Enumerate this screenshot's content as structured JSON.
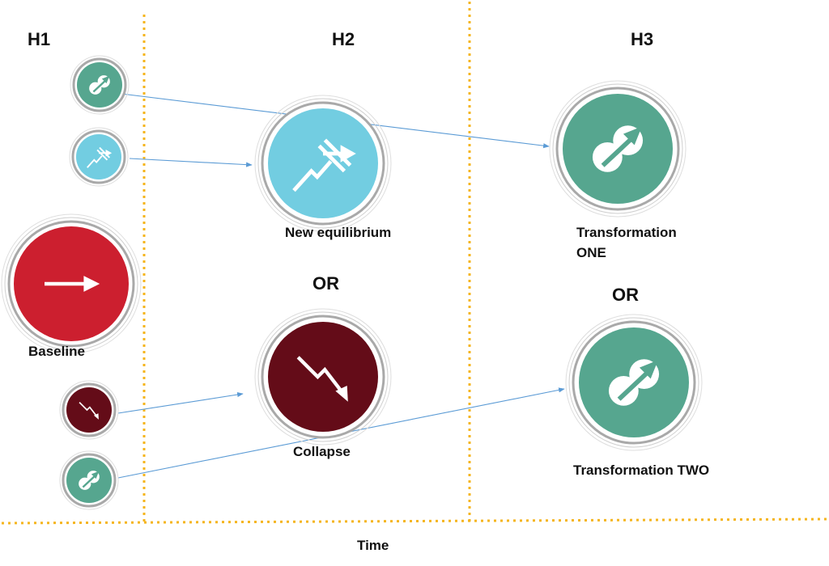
{
  "horizons": {
    "h1": "H1",
    "h2": "H2",
    "h3": "H3"
  },
  "axis": {
    "time_label": "Time"
  },
  "separators": {
    "or_h2": "OR",
    "or_h3": "OR"
  },
  "nodes": {
    "baseline": {
      "label": "Baseline",
      "color": "#CC1F2F",
      "icon": "arrow-right-icon"
    },
    "new_equilibrium": {
      "label": "New equilibrium",
      "color": "#72CDE1",
      "icon": "zigzag-arrow-icon"
    },
    "collapse": {
      "label": "Collapse",
      "color": "#640C18",
      "icon": "decline-arrow-icon"
    },
    "transformation_one": {
      "label_line1": "Transformation",
      "label_line2": "ONE",
      "color": "#56A68F",
      "icon": "transformation-icon"
    },
    "transformation_two": {
      "label": "Transformation TWO",
      "color": "#56A68F",
      "icon": "transformation-icon"
    },
    "small_transformation_top": {
      "color": "#56A68F",
      "icon": "transformation-icon"
    },
    "small_equilibrium": {
      "color": "#72CDE1",
      "icon": "zigzag-arrow-icon"
    },
    "small_collapse": {
      "color": "#640C18",
      "icon": "decline-arrow-icon"
    },
    "small_transformation_bottom": {
      "color": "#56A68F",
      "icon": "transformation-icon"
    }
  },
  "colors": {
    "divider": "#F5B51E",
    "connector": "#5B9BD5"
  }
}
